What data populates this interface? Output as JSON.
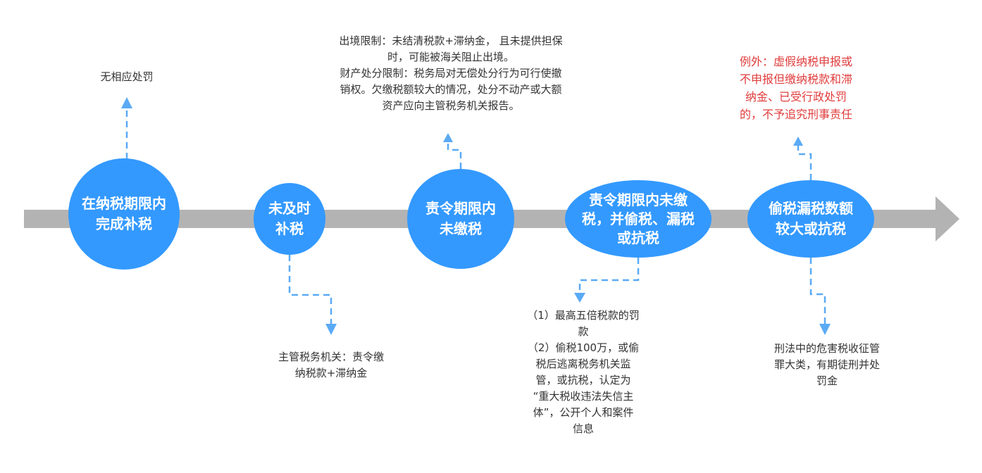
{
  "colors": {
    "node_fill": "#3399ff",
    "axis": "#b3b3b3",
    "connector": "#5aaaf5",
    "text": "#333333",
    "warning": "#e03c3c"
  },
  "stages": [
    {
      "lines": [
        "在纳税期限内",
        "完成补税"
      ]
    },
    {
      "lines": [
        "未及时",
        "补税"
      ]
    },
    {
      "lines": [
        "责令期限内",
        "未缴税"
      ]
    },
    {
      "lines": [
        "责令期限内未缴",
        "税，并偷税、漏税",
        "或抗税"
      ]
    },
    {
      "lines": [
        "偷税漏税数额",
        "较大或抗税"
      ]
    }
  ],
  "notes": {
    "no_penalty": {
      "lines": [
        "无相应处罚"
      ]
    },
    "authority_order": {
      "lines": [
        "主管税务机关：责令缴",
        "纳税款+滞纳金"
      ]
    },
    "restrictions": {
      "lines": [
        "出境限制：未结清税款+滞纳金， 且未提供担保",
        "时，可能被海关阻止出境。",
        "财产处分限制：税务局对无偿处分行为可行使撤",
        "销权。欠缴税额较大的情况，处分不动产或大额",
        "资产应向主管税务机关报告。"
      ]
    },
    "punishment": {
      "lines": [
        "（1）最高五倍税款的罚",
        "款",
        "（2）偷税100万，或偷",
        "税后逃离税务机关监",
        "管，或抗税，认定为",
        "“重大税收违法失信主",
        "体”，公开个人和案件",
        "信息"
      ]
    },
    "exception": {
      "lines": [
        "例外：虚假纳税申报或",
        "不申报但缴纳税款和滞",
        "纳金、已受行政处罚",
        "的，不予追究刑事责任"
      ]
    },
    "criminal": {
      "lines": [
        "刑法中的危害税收征管",
        "罪大类，有期徒刑并处",
        "罚金"
      ]
    }
  }
}
